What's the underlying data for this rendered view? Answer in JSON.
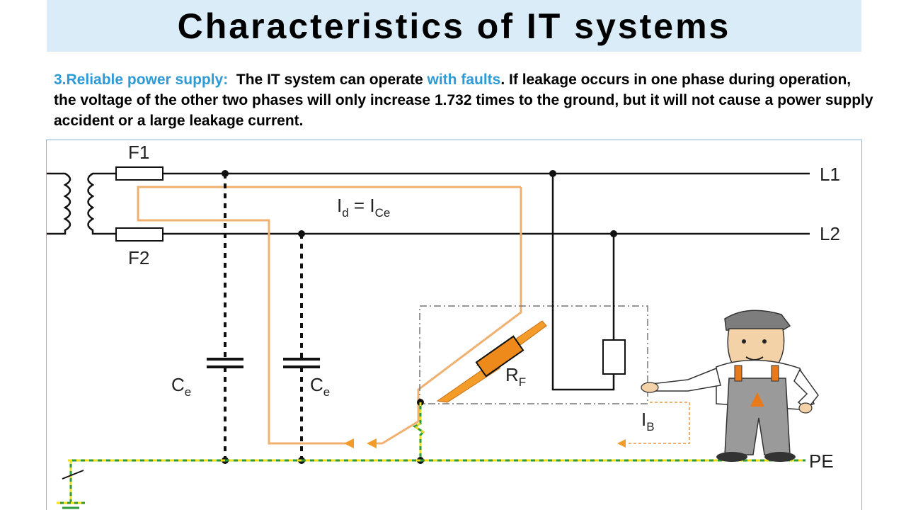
{
  "slide": {
    "title": "Characteristics of IT systems",
    "paragraph": {
      "lead": "3.Reliable power supply:",
      "text_before": "The IT system can operate ",
      "highlight": "with faults",
      "text_after": ". If leakage occurs in one phase during operation, the voltage of the other two phases will only increase 1.732 times to the ground, but it will not cause a power supply accident or a large leakage current."
    }
  },
  "diagram": {
    "fuse_1": "F1",
    "fuse_2": "F2",
    "line_1": "L1",
    "line_2": "L2",
    "protective_earth": "PE",
    "capacitor_label": "C",
    "capacitor_sub": "e",
    "fault_current": {
      "main": "I",
      "main_sub": "d",
      "equals": " = I",
      "rhs_sub": "Ce"
    },
    "fault_resistance": {
      "main": "R",
      "sub": "F"
    },
    "body_current": {
      "main": "I",
      "sub": "B"
    },
    "colors": {
      "fault_path": "#f0b070",
      "fault_arrow": "#f39c2a",
      "pe_stripe_a": "#2a9a3a",
      "pe_stripe_b": "#e8e020",
      "conductor": "#111111",
      "frame_border": "#8fb4d9",
      "title_background": "#d9ecf7",
      "highlight_text": "#2e9bd6"
    }
  }
}
